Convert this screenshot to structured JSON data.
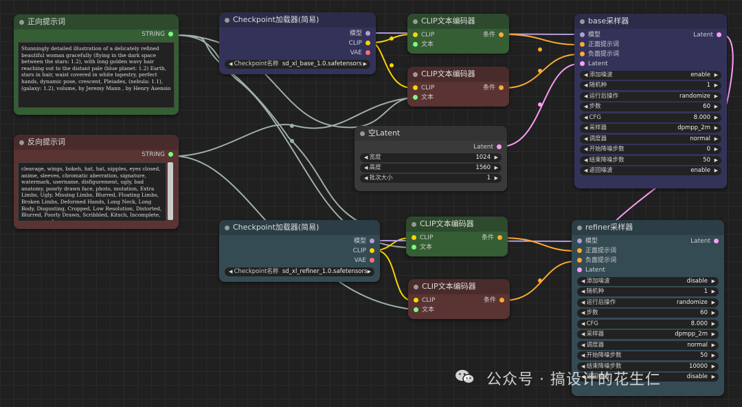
{
  "nodes": {
    "pos_prompt": {
      "title": "正向提示词",
      "out": "STRING",
      "text": "Stunningly detailed illustration of a delicately refined beautiful woman gracefully (flying in the dark space between the stars: 1.2), with long golden wavy hair reaching out to the distant pale (blue planet: 1.2) Earth, stars in hair, waist covered in white tapestry, perfect hands, dynamic pose, crescent, Pleiades, (nebula: 1.1), (galaxy: 1.2), volume, by Jeremy Mann , by Henry Asensio"
    },
    "neg_prompt": {
      "title": "反向提示词",
      "out": "STRING",
      "text": "cleavage, wings, bokeh, hat, hat, nipples, eyes closed, anime, sleeves, chromatic aberration, signature, watermark, username, disfigurement, ugly, bad anatomy, poorly drawn face, photo, mutation, Extra Limbs, Ugly, Missing Limbs, Blurred, Floating Limbs, Broken Limbs, Deformed Hands, Long Neck, Long Body, Disgusting, Cropped, Low Resolution, Distorted, Blurred, Poorly Drawn, Scribbled, Kitsch, Incomplete, overexposed"
    },
    "ckpt_base": {
      "title": "Checkpoint加载器(简易)",
      "out_model": "模型",
      "out_clip": "CLIP",
      "out_vae": "VAE",
      "widget_label": "Checkpoint名称",
      "widget_value": "sd_xl_base_1.0.safetensors"
    },
    "ckpt_refiner": {
      "title": "Checkpoint加载器(简易)",
      "out_model": "模型",
      "out_clip": "CLIP",
      "out_vae": "VAE",
      "widget_label": "Checkpoint名称",
      "widget_value": "sd_xl_refiner_1.0.safetensors"
    },
    "clip1": {
      "title": "CLIP文本编码器",
      "in_clip": "CLIP",
      "in_text": "文本",
      "out": "条件"
    },
    "clip2": {
      "title": "CLIP文本编码器",
      "in_clip": "CLIP",
      "in_text": "文本",
      "out": "条件"
    },
    "clip3": {
      "title": "CLIP文本编码器",
      "in_clip": "CLIP",
      "in_text": "文本",
      "out": "条件"
    },
    "clip4": {
      "title": "CLIP文本编码器",
      "in_clip": "CLIP",
      "in_text": "文本",
      "out": "条件"
    },
    "latent": {
      "title": "空Latent",
      "out": "Latent",
      "widgets": [
        {
          "label": "宽度",
          "value": "1024"
        },
        {
          "label": "高度",
          "value": "1560"
        },
        {
          "label": "批次大小",
          "value": "1"
        }
      ]
    },
    "base_sampler": {
      "title": "base采样器",
      "in": [
        "模型",
        "正面提示词",
        "负面提示词",
        "Latent"
      ],
      "out": "Latent",
      "widgets": [
        {
          "label": "添加噪波",
          "value": "enable"
        },
        {
          "label": "随机种",
          "value": "1"
        },
        {
          "label": "运行后操作",
          "value": "randomize"
        },
        {
          "label": "步数",
          "value": "60"
        },
        {
          "label": "CFG",
          "value": "8.000"
        },
        {
          "label": "采样器",
          "value": "dpmpp_2m"
        },
        {
          "label": "调度器",
          "value": "normal"
        },
        {
          "label": "开始降噪步数",
          "value": "0"
        },
        {
          "label": "结束降噪步数",
          "value": "50"
        },
        {
          "label": "返回噪波",
          "value": "enable"
        }
      ]
    },
    "refiner_sampler": {
      "title": "refiner采样器",
      "in": [
        "模型",
        "正面提示词",
        "负面提示词",
        "Latent"
      ],
      "out": "Latent",
      "widgets": [
        {
          "label": "添加噪波",
          "value": "disable"
        },
        {
          "label": "随机种",
          "value": "1"
        },
        {
          "label": "运行后操作",
          "value": "randomize"
        },
        {
          "label": "步数",
          "value": "60"
        },
        {
          "label": "CFG",
          "value": "8.000"
        },
        {
          "label": "采样器",
          "value": "dpmpp_2m"
        },
        {
          "label": "调度器",
          "value": "normal"
        },
        {
          "label": "开始降噪步数",
          "value": "50"
        },
        {
          "label": "结束降噪步数",
          "value": "10000"
        },
        {
          "label": "返回噪波",
          "value": "disable"
        }
      ]
    }
  },
  "watermark": "公众号 · 搞设计的花生仁"
}
